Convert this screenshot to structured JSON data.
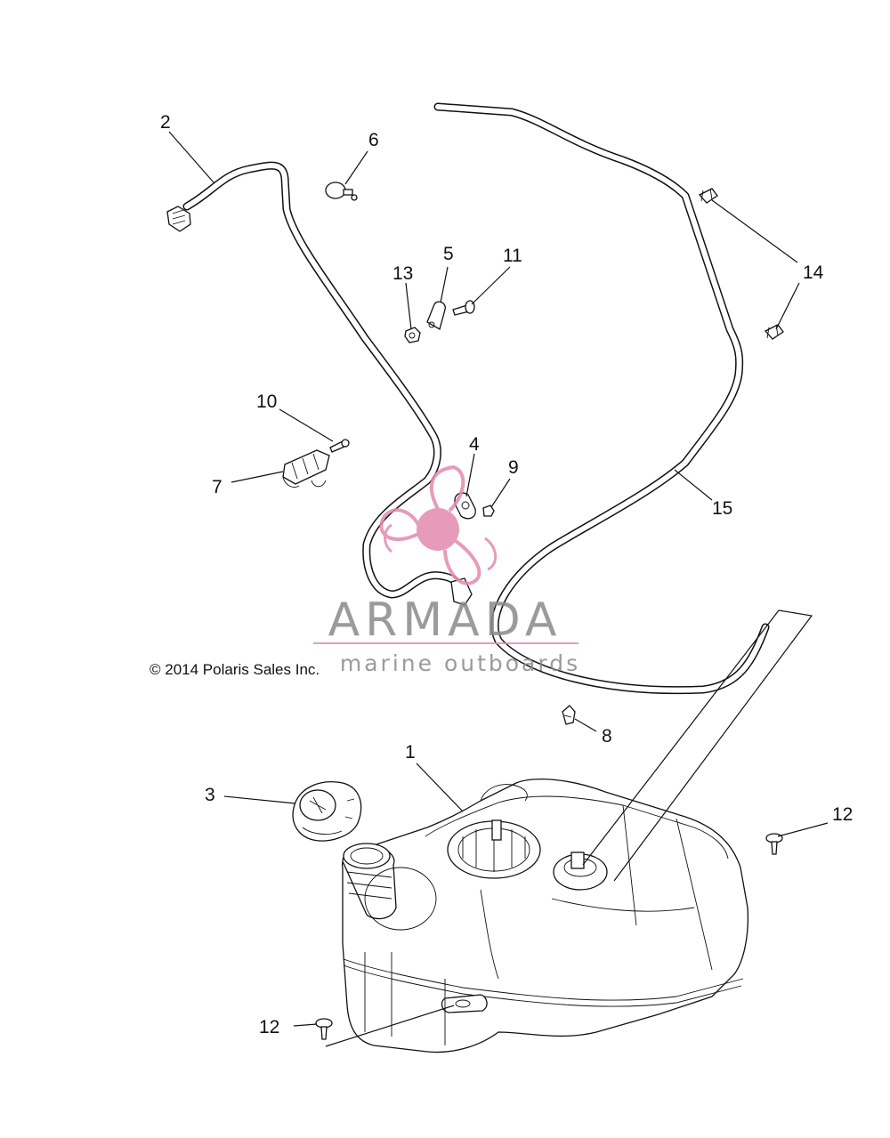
{
  "callouts": {
    "c1": "1",
    "c2": "2",
    "c3": "3",
    "c4": "4",
    "c5": "5",
    "c6": "6",
    "c7": "7",
    "c8": "8",
    "c9": "9",
    "c10": "10",
    "c11": "11",
    "c12a": "12",
    "c12b": "12",
    "c13": "13",
    "c14": "14",
    "c15": "15"
  },
  "copyright": "© 2014 Polaris Sales Inc.",
  "watermark": {
    "brand": "ARMADA",
    "tagline": "marine outboards",
    "colors": {
      "accent": "#e38ab0",
      "text": "#8a8a8a"
    }
  }
}
